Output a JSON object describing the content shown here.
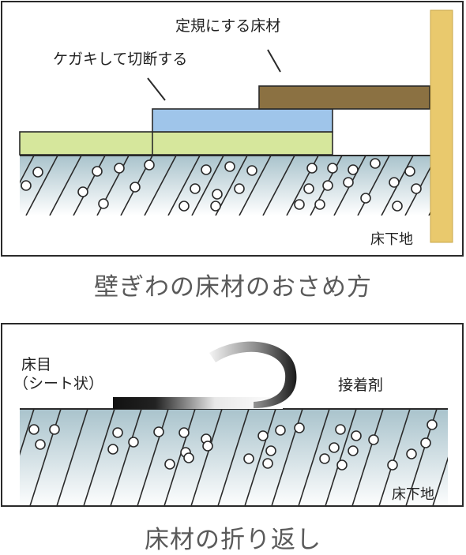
{
  "panel1": {
    "label_fixed_material": "定規にする床材",
    "label_cut": "ケガキして切断する",
    "label_subfloor": "床下地",
    "caption": "壁ぎわの床材のおさめ方"
  },
  "panel2": {
    "label_flooring_line1": "床目",
    "label_flooring_line2": "（シート状）",
    "label_adhesive": "接着剤",
    "label_subfloor": "床下地",
    "caption": "床材の折り返し"
  },
  "colors": {
    "wall": "#e9c96d",
    "brown_board": "#8b7142",
    "blue_board": "#9fc5ea",
    "green_board": "#d6e79c",
    "subfloor_top": "#a9c3cc",
    "subfloor_bottom": "#ffffff",
    "outline": "#2a2a2a"
  }
}
